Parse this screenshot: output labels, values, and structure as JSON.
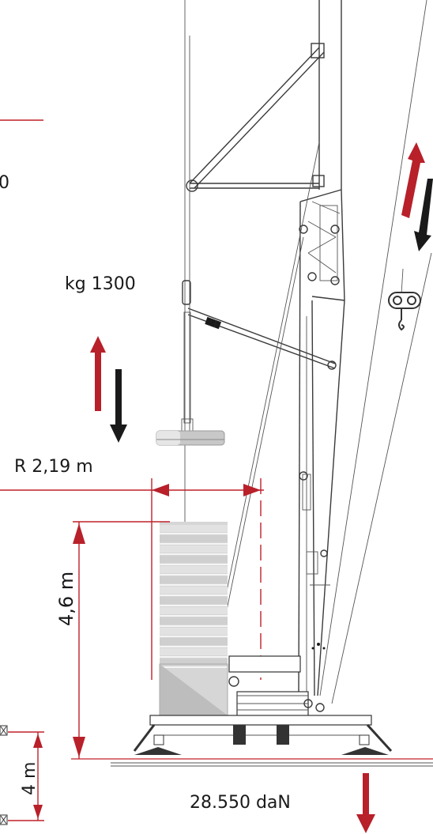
{
  "labels": {
    "fragment_left": "0",
    "load_weight": "kg 1300",
    "radius": "R 2,19 m",
    "height": "4,6 m",
    "outrigger_spacing": "4 m",
    "ground_load": "28.550 daN"
  },
  "colors": {
    "accent_red": "#b8202a",
    "arrow_black": "#1a1a1a",
    "line_gray": "#3a3a3a",
    "counterweight_gray": "#c8c8c8"
  },
  "icons": [
    "up-arrow-red",
    "down-arrow-black",
    "hook-block-icon",
    "outrigger-pad-icon"
  ]
}
